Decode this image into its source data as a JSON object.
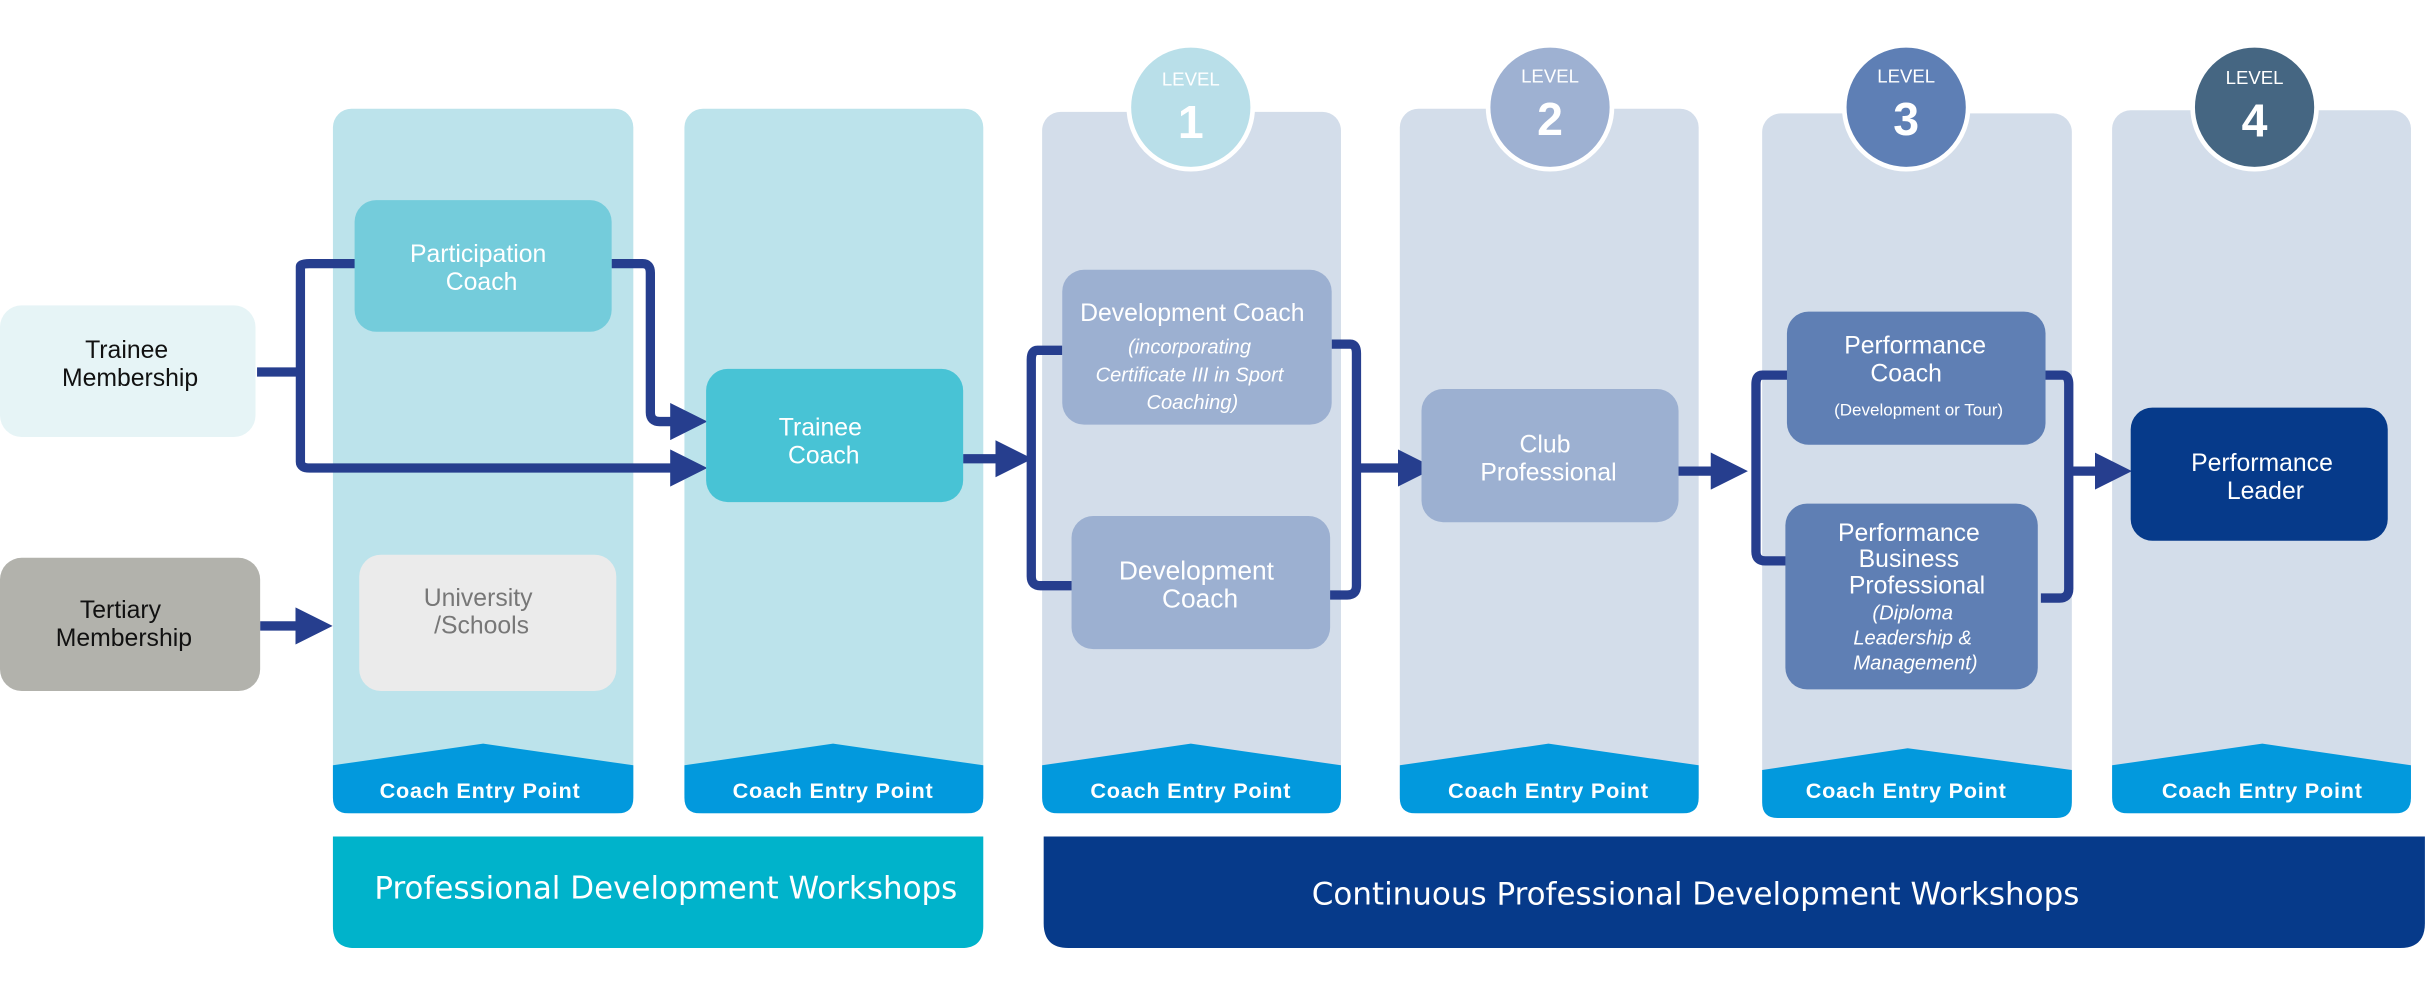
{
  "colors": {
    "arrow": "#263e8e",
    "entry_col_bg": "#bce3eb",
    "level_col_bg": "#d3ddea",
    "entry_point_bg": "#0299dd",
    "pdw_bg": "#00b3cb",
    "cpdw_bg": "#063a8a"
  },
  "sources": [
    {
      "id": "trainee_membership",
      "lines": [
        "Trainee",
        "Membership"
      ]
    },
    {
      "id": "tertiary_membership",
      "lines": [
        "Tertiary",
        "Membership"
      ]
    }
  ],
  "levels": [
    {
      "label": "LEVEL",
      "number": "1"
    },
    {
      "label": "LEVEL",
      "number": "2"
    },
    {
      "label": "LEVEL",
      "number": "3"
    },
    {
      "label": "LEVEL",
      "number": "4"
    }
  ],
  "columns": [
    {
      "entry_point": "Coach Entry Point"
    },
    {
      "entry_point": "Coach Entry Point"
    },
    {
      "entry_point": "Coach Entry Point"
    },
    {
      "entry_point": "Coach Entry Point"
    },
    {
      "entry_point": "Coach Entry Point"
    },
    {
      "entry_point": "Coach Entry Point"
    }
  ],
  "nodes": {
    "participation_coach": [
      "Participation",
      "Coach"
    ],
    "university_schools": [
      "University",
      "/Schools"
    ],
    "trainee_coach": [
      "Trainee",
      "Coach"
    ],
    "development_coach_cert": {
      "title": "Development Coach",
      "note": [
        "(incorporating",
        "Certificate III in Sport",
        "Coaching)"
      ]
    },
    "development_coach": [
      "Development",
      "Coach"
    ],
    "club_professional": [
      "Club",
      "Professional"
    ],
    "performance_coach": {
      "title": [
        "Performance",
        "Coach"
      ],
      "note": "(Development or Tour)"
    },
    "performance_business_professional": {
      "title": [
        "Performance",
        "Business",
        "Professional"
      ],
      "note": [
        "(Diploma",
        "Leadership &",
        "Management)"
      ]
    },
    "performance_leader": [
      "Performance",
      "Leader"
    ]
  },
  "workshops": {
    "professional": "Professional Development Workshops",
    "continuous": "Continuous Professional Development Workshops"
  }
}
